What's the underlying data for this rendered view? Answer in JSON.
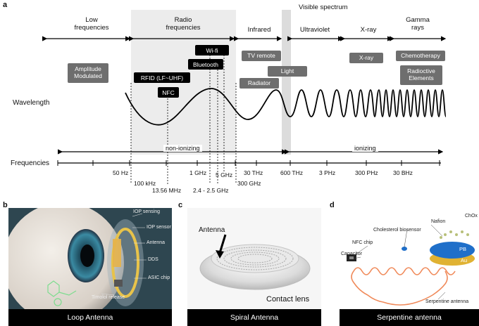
{
  "panel_a": {
    "letter": "a",
    "visible_spectrum_label": "Visible spectrum",
    "bands": [
      {
        "id": "low",
        "label": "Low\nfrequencies"
      },
      {
        "id": "radio",
        "label": "Radio\nfrequencies"
      },
      {
        "id": "infrared",
        "label": "Infrared"
      },
      {
        "id": "ultraviolet",
        "label": "Ultraviolet"
      },
      {
        "id": "xray",
        "label": "X-ray"
      },
      {
        "id": "gamma",
        "label": "Gamma\nrays"
      }
    ],
    "gray_boxes": {
      "am": "Amplitude\nModulated",
      "tv": "TV remote",
      "light": "Light",
      "radiator": "Radiator",
      "xray": "X-ray",
      "chemo": "Chemotherapy",
      "radio": "Radioctive\nElements"
    },
    "black_boxes": {
      "wifi": "Wi-fi",
      "bluetooth": "Bluetooth",
      "rfid": "RFID (LF~UHF)",
      "nfc": "NFC"
    },
    "wavelength_label": "Wavelength",
    "frequencies_label": "Frequencies",
    "non_ionizing": "non-ionizing",
    "ionizing": "ionizing",
    "axis_ticks": {
      "t50hz": "50 Hz",
      "t1ghz": "1 GHz",
      "t5ghz": "5 GHz",
      "t30thz": "30 THz",
      "t600thz": "600 THz",
      "t3phz": "3 PHz",
      "t300phz": "300 PHz",
      "t30bhz": "30 BHz",
      "t100khz": "100 kHz",
      "t1356": "13.56 MHz",
      "t24": "2.4 - 2.5 GHz",
      "t300ghz": "300 GHz"
    }
  },
  "panel_b": {
    "letter": "b",
    "labels": {
      "iop_sensing": "IOP sensing",
      "iop_sensor": "IOP sensor",
      "antenna": "Antenna",
      "dds": "DDS",
      "asic": "ASIC chip",
      "timolol": "Timolol release"
    },
    "caption": "Loop Antenna"
  },
  "panel_c": {
    "letter": "c",
    "antenna": "Antenna",
    "contact_lens": "Contact lens",
    "caption": "Spiral Antenna"
  },
  "panel_d": {
    "letter": "d",
    "labels": {
      "chox": "ChOx",
      "nafion": "Nafion",
      "chol": "Cholesterol biosensor",
      "nfc": "NFC chip",
      "capacitor": "Capacitor",
      "pb": "PB",
      "au": "Au",
      "serp": "Serpentine antenna"
    },
    "caption": "Serpentine antenna"
  },
  "colors": {
    "gray_box": "#6e6e6e",
    "radio_band_bg": "#ececec",
    "visible_band_bg": "#dcdcdc",
    "caption_bg": "#000000",
    "eye_bg": "#2e4650",
    "serpentine": "#f08a5a",
    "pb_blue": "#1f6fc9",
    "au_gold": "#e0b233"
  }
}
